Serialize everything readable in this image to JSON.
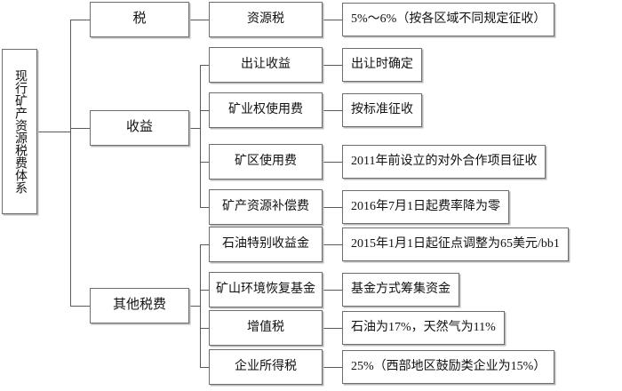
{
  "diagram": {
    "title": "现行矿产资源税费体系",
    "root": {
      "label": "现行矿产资源税费体系"
    },
    "branches": [
      {
        "id": "tax",
        "label": "税",
        "children": [
          {
            "label": "资源税",
            "detail": "5%～6%（按各区域不同规定征收）"
          }
        ]
      },
      {
        "id": "revenue",
        "label": "收益",
        "children": [
          {
            "label": "出让收益",
            "detail": "出让时确定"
          },
          {
            "label": "矿业权使用费",
            "detail": "按标准征收"
          },
          {
            "label": "矿区使用费",
            "detail": "2011年前设立的对外合作项目征收"
          },
          {
            "label": "矿产资源补偿费",
            "detail": "2016年7月1日起费率降为零"
          }
        ]
      },
      {
        "id": "other",
        "label": "其他税费",
        "children": [
          {
            "label": "石油特别收益金",
            "detail": "2015年1月1日起征点调整为65美元/bb1"
          },
          {
            "label": "矿山环境恢复基金",
            "detail": "基金方式筹集资金"
          },
          {
            "label": "增值税",
            "detail": "石油为17%，天然气为11%"
          },
          {
            "label": "企业所得税",
            "detail": "25%（西部地区鼓励类企业为15%）"
          }
        ]
      }
    ],
    "colors": {
      "box_border": "#6e6e6e",
      "box_shadow": "#b8b8b8",
      "line": "#5a5a5a",
      "text": "#111111",
      "background": "#ffffff"
    }
  }
}
